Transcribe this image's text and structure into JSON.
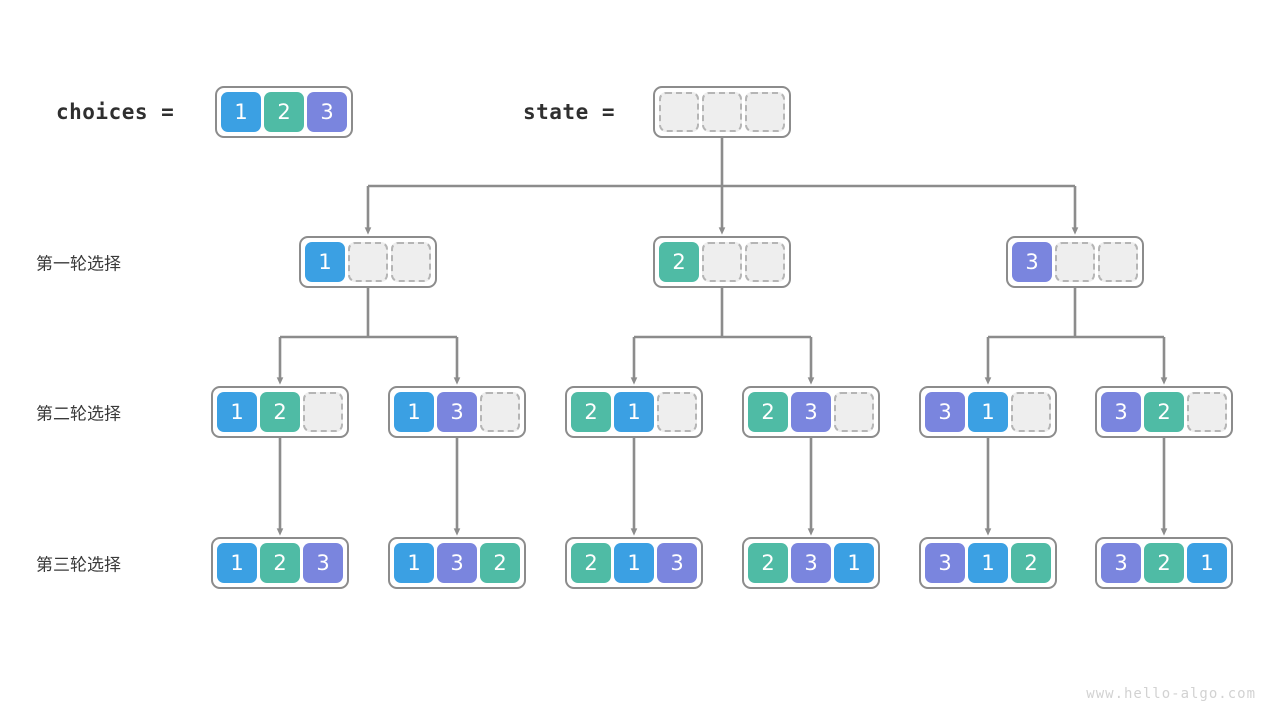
{
  "diagram": {
    "title": "permutation-backtracking-tree",
    "watermark": "www.hello-algo.com",
    "colors": {
      "value_1": "#3BA0E3",
      "value_2": "#4FBBA5",
      "value_3": "#7A85DE",
      "empty_cell": "#eeeeee",
      "empty_border": "#b5b5b5",
      "node_border": "#8c8c8c",
      "edge": "#8c8c8c",
      "text": "#2f2f2f",
      "watermark": "#d2d2d2"
    }
  },
  "header": {
    "choices_label": "choices =",
    "choices_values": [
      "1",
      "2",
      "3"
    ],
    "state_label": "state =",
    "state_values": [
      "",
      "",
      ""
    ]
  },
  "row_labels": [
    {
      "text": "第一轮选择"
    },
    {
      "text": "第二轮选择"
    },
    {
      "text": "第三轮选择"
    }
  ],
  "levels": [
    {
      "name": "root",
      "nodes": [
        {
          "id": "root",
          "cells": [
            "",
            "",
            ""
          ]
        }
      ]
    },
    {
      "name": "level-1",
      "nodes": [
        {
          "id": "l1-n1",
          "cells": [
            "1",
            "",
            ""
          ]
        },
        {
          "id": "l1-n2",
          "cells": [
            "2",
            "",
            ""
          ]
        },
        {
          "id": "l1-n3",
          "cells": [
            "3",
            "",
            ""
          ]
        }
      ]
    },
    {
      "name": "level-2",
      "nodes": [
        {
          "id": "l2-n1",
          "cells": [
            "1",
            "2",
            ""
          ]
        },
        {
          "id": "l2-n2",
          "cells": [
            "1",
            "3",
            ""
          ]
        },
        {
          "id": "l2-n3",
          "cells": [
            "2",
            "1",
            ""
          ]
        },
        {
          "id": "l2-n4",
          "cells": [
            "2",
            "3",
            ""
          ]
        },
        {
          "id": "l2-n5",
          "cells": [
            "3",
            "1",
            ""
          ]
        },
        {
          "id": "l2-n6",
          "cells": [
            "3",
            "2",
            ""
          ]
        }
      ]
    },
    {
      "name": "level-3",
      "nodes": [
        {
          "id": "l3-n1",
          "cells": [
            "1",
            "2",
            "3"
          ]
        },
        {
          "id": "l3-n2",
          "cells": [
            "1",
            "3",
            "2"
          ]
        },
        {
          "id": "l3-n3",
          "cells": [
            "2",
            "1",
            "3"
          ]
        },
        {
          "id": "l3-n4",
          "cells": [
            "2",
            "3",
            "1"
          ]
        },
        {
          "id": "l3-n5",
          "cells": [
            "3",
            "1",
            "2"
          ]
        },
        {
          "id": "l3-n6",
          "cells": [
            "3",
            "2",
            "1"
          ]
        }
      ]
    }
  ]
}
